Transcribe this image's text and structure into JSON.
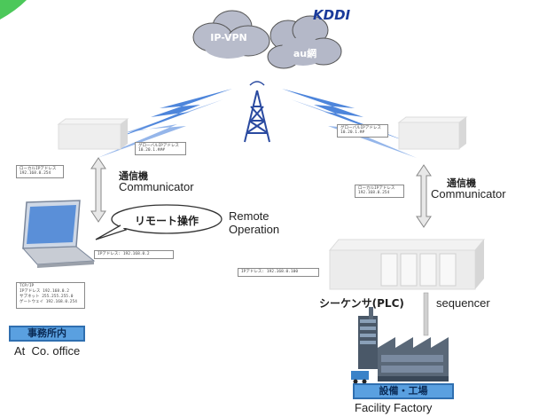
{
  "carrier_logo": "KDDI",
  "clouds": {
    "ipvpn": "IP-VPN",
    "au": "au網"
  },
  "left_device": {
    "ip_box_top": [
      "グローバルIPアドレス",
      "10.20.1.###"
    ],
    "ip_box_bottom": [
      "ローカルIPアドレス",
      "192.168.0.254"
    ],
    "label_jp": "通信機",
    "label_en": "Communicator"
  },
  "right_device": {
    "ip_box_top": [
      "グローバルIPアドレス",
      "10.20.1.##"
    ],
    "ip_box_bottom": [
      "ローカルIPアドレス",
      "192.168.0.254"
    ],
    "label_jp": "通信機",
    "label_en": "Communicator"
  },
  "remote_operation": {
    "bubble": "リモート操作",
    "label_en": "Remote\nOperation"
  },
  "pc_ip_box": "IPアドレス: 192.168.0.2",
  "plc_ip_box": "IPアドレス: 192.168.0.100",
  "pc_settings": [
    "TCP/IP",
    "IPアドレス 192.168.0.2",
    "サブネット 255.255.255.0",
    "ゲートウェイ 192.168.0.254"
  ],
  "office": {
    "badge": "事務所内",
    "label_en": "At  Co. office"
  },
  "sequencer": {
    "label_jp": "シーケンサ(PLC)",
    "label_en": "sequencer"
  },
  "facility": {
    "badge": "設備・工場",
    "label_en": "Facility Factory"
  },
  "colors": {
    "cloud": "#b4b8c8",
    "lightning": "#3a78d8",
    "tower": "#2a4aa0",
    "badge_fill": "#5aa0e0",
    "arrow": "#d8d8d8",
    "factory": "#4a5a6a",
    "corner_accent": "#4cc85a"
  }
}
